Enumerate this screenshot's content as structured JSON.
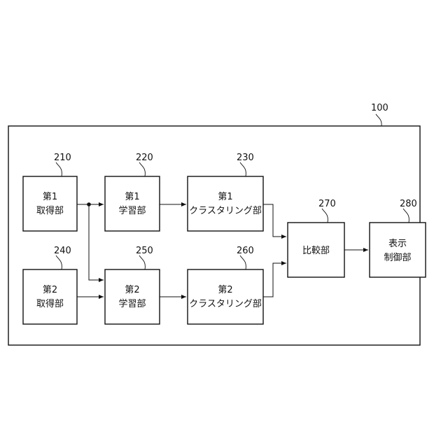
{
  "system": {
    "ref": "100"
  },
  "blocks": [
    {
      "id": "b210",
      "ref": "210",
      "lines": [
        "第1",
        "取得部"
      ]
    },
    {
      "id": "b220",
      "ref": "220",
      "lines": [
        "第1",
        "学習部"
      ]
    },
    {
      "id": "b230",
      "ref": "230",
      "lines": [
        "第1",
        "クラスタリング部"
      ]
    },
    {
      "id": "b240",
      "ref": "240",
      "lines": [
        "第2",
        "取得部"
      ]
    },
    {
      "id": "b250",
      "ref": "250",
      "lines": [
        "第2",
        "学習部"
      ]
    },
    {
      "id": "b260",
      "ref": "260",
      "lines": [
        "第2",
        "クラスタリング部"
      ]
    },
    {
      "id": "b270",
      "ref": "270",
      "lines": [
        "比較部"
      ]
    },
    {
      "id": "b280",
      "ref": "280",
      "lines": [
        "表示",
        "制御部"
      ]
    }
  ]
}
